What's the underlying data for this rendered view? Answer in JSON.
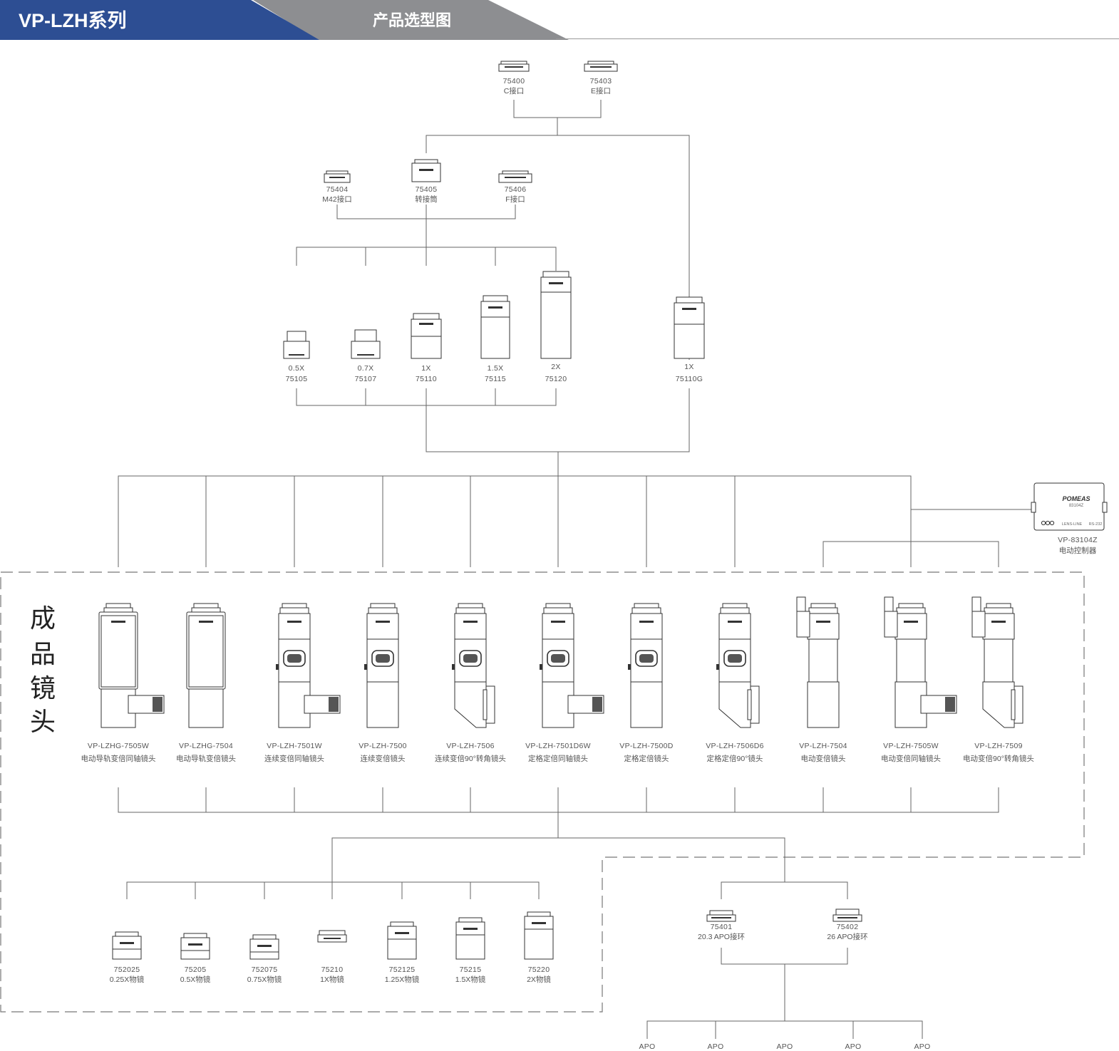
{
  "header": {
    "series_title": "VP-LZH系列",
    "section_title": "产品选型图",
    "accent_color": "#2d4e93",
    "grey_color": "#8d8e91"
  },
  "side_label": [
    "成",
    "品",
    "镜",
    "头"
  ],
  "camera_interfaces": [
    {
      "code": "75400",
      "name": "C接口"
    },
    {
      "code": "75403",
      "name": "E接口"
    }
  ],
  "adapters": [
    {
      "code": "75404",
      "name": "M42接口"
    },
    {
      "code": "75405",
      "name": "转接筒"
    },
    {
      "code": "75406",
      "name": "F接口"
    }
  ],
  "tube_lenses": [
    {
      "mag": "0.5X",
      "code": "75105"
    },
    {
      "mag": "0.7X",
      "code": "75107"
    },
    {
      "mag": "1X",
      "code": "75110"
    },
    {
      "mag": "1.5X",
      "code": "75115"
    },
    {
      "mag": "2X",
      "code": "75120"
    },
    {
      "mag": "1X",
      "code": "75110G"
    }
  ],
  "controller": {
    "model": "VP-83104Z",
    "name": "电动控制器",
    "brand": "POMEAS",
    "panel_code": "83104Z",
    "port1": "LENS-LINE",
    "port2": "RS-232"
  },
  "finished_lenses": [
    {
      "model": "VP-LZHG-7505W",
      "name": "电动导轨变倍同轴镜头"
    },
    {
      "model": "VP-LZHG-7504",
      "name": "电动导轨变倍镜头"
    },
    {
      "model": "VP-LZH-7501W",
      "name": "连续变倍同轴镜头"
    },
    {
      "model": "VP-LZH-7500",
      "name": "连续变倍镜头"
    },
    {
      "model": "VP-LZH-7506",
      "name": "连续变倍90°转角镜头"
    },
    {
      "model": "VP-LZH-7501D6W",
      "name": "定格定倍同轴镜头"
    },
    {
      "model": "VP-LZH-7500D",
      "name": "定格定倍镜头"
    },
    {
      "model": "VP-LZH-7506D6",
      "name": "定格定倍90°镜头"
    },
    {
      "model": "VP-LZH-7504",
      "name": "电动变倍镜头"
    },
    {
      "model": "VP-LZH-7505W",
      "name": "电动变倍同轴镜头"
    },
    {
      "model": "VP-LZH-7509",
      "name": "电动变倍90°转角镜头"
    }
  ],
  "objectives": [
    {
      "code": "752025",
      "name": "0.25X物镜"
    },
    {
      "code": "75205",
      "name": "0.5X物镜"
    },
    {
      "code": "752075",
      "name": "0.75X物镜"
    },
    {
      "code": "75210",
      "name": "1X物镜"
    },
    {
      "code": "752125",
      "name": "1.25X物镜"
    },
    {
      "code": "75215",
      "name": "1.5X物镜"
    },
    {
      "code": "75220",
      "name": "2X物镜"
    }
  ],
  "apo_rings": [
    {
      "code": "75401",
      "name": "20.3 APO接环"
    },
    {
      "code": "75402",
      "name": "26 APO接环"
    }
  ],
  "apo_outputs": [
    "APO",
    "APO",
    "APO",
    "APO",
    "APO"
  ]
}
